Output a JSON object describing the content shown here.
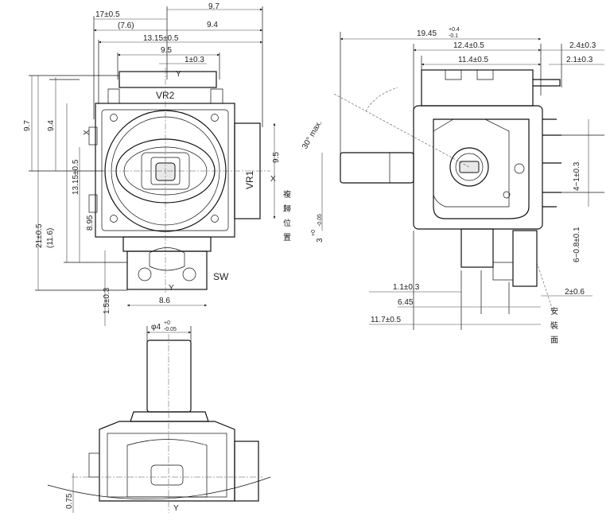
{
  "front_view": {
    "dims": {
      "w17": "17±0.5",
      "w7_6": "(7.6)",
      "w9_7_top": "9.7",
      "w9_4_top": "9.4",
      "w13_15": "13.15±0.5",
      "w9_5_top": "9.5",
      "w1_top": "1±0.3",
      "h9_7": "9.7",
      "h9_4": "9.4",
      "h13_15": "13.15±0.5",
      "h8_95": "8.95",
      "h21": "21±0.5",
      "h11_6": "(11.6)",
      "h9_5_right": "9.5",
      "h1_5": "1.5±0.3",
      "w8_6": "8.6"
    },
    "labels": {
      "vr2": "VR2",
      "vr1": "VR1",
      "sw": "SW",
      "y_top": "Y",
      "y_bottom": "Y",
      "x_left": "X",
      "x_right": "X"
    }
  },
  "return_position_label": [
    "複",
    "歸",
    "位",
    "置"
  ],
  "side_view": {
    "dims": {
      "w19_45": "19.45",
      "w19_45_tol_upper": "+0.4",
      "w19_45_tol_lower": "-0.1",
      "w12_4": "12.4±0.5",
      "w2_4": "2.4±0.3",
      "w11_4": "11.4±0.5",
      "w2_1": "2.1±0.3",
      "angle": "30° max.",
      "shaft3": "3",
      "shaft3_tol_upper": "+0",
      "shaft3_tol_lower": "-0.05",
      "pins4": "4−1±0.3",
      "pins6": "6−0.8±0.1",
      "w1_1": "1.1±0.3",
      "w6_45": "6.45",
      "w11_7": "11.7±0.5",
      "w2_tail": "2±0.6"
    },
    "mounting_surface_label": [
      "安",
      "裝",
      "面"
    ]
  },
  "bottom_view": {
    "dims": {
      "phi4": "φ4",
      "phi4_tol_upper": "+0",
      "phi4_tol_lower": "-0.05",
      "w0_75": "0.75"
    },
    "labels": {
      "y": "Y"
    }
  }
}
